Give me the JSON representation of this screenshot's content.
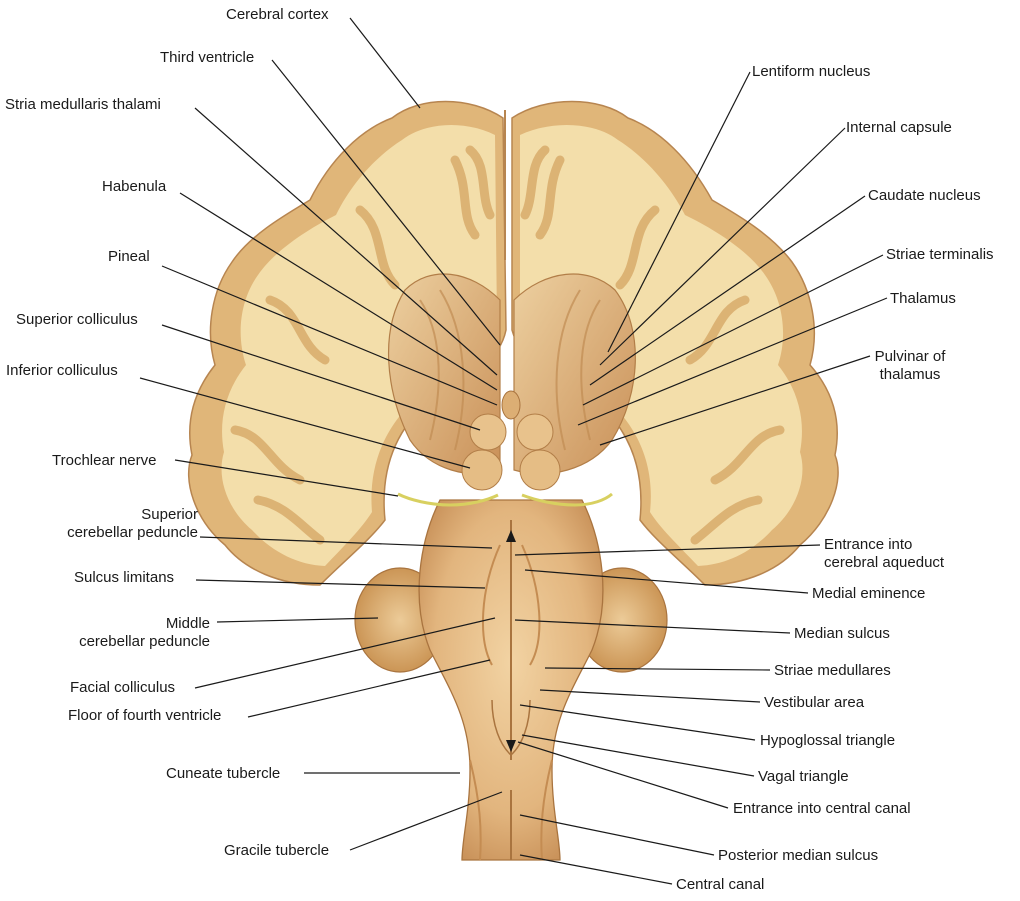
{
  "colors": {
    "cortex": "#e3b97c",
    "white_matter": "#f4dfa8",
    "brainstem": "#e9c08a",
    "brainstem_shade": "#c98f56",
    "leader": "#1a1a1a",
    "trochlear": "#d8d060"
  },
  "labels": {
    "cerebral_cortex": "Cerebral cortex",
    "third_ventricle": "Third ventricle",
    "stria_medullaris_thalami": "Stria medullaris thalami",
    "habenula": "Habenula",
    "pineal": "Pineal",
    "superior_colliculus": "Superior colliculus",
    "inferior_colliculus": "Inferior colliculus",
    "trochlear_nerve": "Trochlear nerve",
    "sup_cereb_ped_1": "Superior",
    "sup_cereb_ped_2": "cerebellar peduncle",
    "sulcus_limitans": "Sulcus limitans",
    "mid_cereb_ped_1": "Middle",
    "mid_cereb_ped_2": "cerebellar peduncle",
    "facial_colliculus": "Facial colliculus",
    "floor_fourth_ventricle": "Floor of fourth ventricle",
    "cuneate_tubercle": "Cuneate tubercle",
    "gracile_tubercle": "Gracile tubercle",
    "lentiform_nucleus": "Lentiform nucleus",
    "internal_capsule": "Internal capsule",
    "caudate_nucleus": "Caudate nucleus",
    "striae_terminalis": "Striae terminalis",
    "thalamus": "Thalamus",
    "pulvinar_1": "Pulvinar of",
    "pulvinar_2": "thalamus",
    "aqueduct_1": "Entrance into",
    "aqueduct_2": "cerebral aqueduct",
    "medial_eminence": "Medial eminence",
    "median_sulcus": "Median sulcus",
    "striae_medullares": "Striae medullares",
    "vestibular_area": "Vestibular area",
    "hypoglossal_triangle": "Hypoglossal triangle",
    "vagal_triangle": "Vagal triangle",
    "central_canal_entrance": "Entrance into central canal",
    "posterior_median_sulcus": "Posterior median sulcus",
    "central_canal": "Central canal"
  }
}
